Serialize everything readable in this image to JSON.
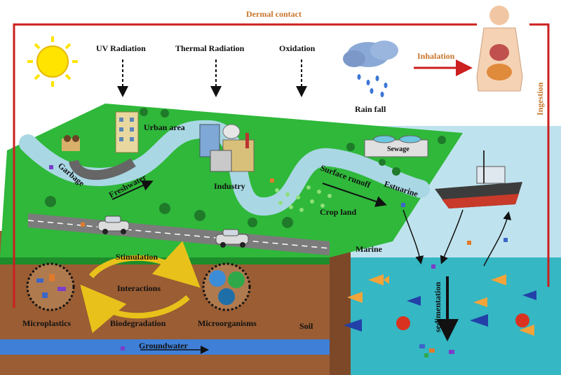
{
  "pathways": {
    "dermal": "Dermal contact",
    "inhalation": "Inhalation",
    "ingestion": "Ingestion"
  },
  "atmosphere": {
    "uv": "UV Radiation",
    "thermal": "Thermal Radiation",
    "oxidation": "Oxidation",
    "rain": "Rain fall"
  },
  "land": {
    "urban": "Urban area",
    "garbage": "Garbage",
    "freshwater": "Freshwater",
    "industry": "Industry",
    "sewage": "Sewage",
    "surface_runoff": "Surface runoff",
    "crop_land": "Crop land",
    "estuarine": "Estuarine"
  },
  "water": {
    "marine": "Marine",
    "sedimentation": "sedimentation"
  },
  "soil": {
    "stimulation": "Stimulation",
    "interactions": "Interactions",
    "biodegradation": "Biodegradation",
    "microplastics": "Microplastics",
    "microorganisms": "Microorganisms",
    "soil": "Soil",
    "groundwater": "Groundwater"
  },
  "colors": {
    "sky": "#ffffff",
    "grass": "#2fb83a",
    "soil": "#9a5d34",
    "sea": "#35b7c4",
    "river": "#a9d7e4",
    "groundwater": "#3f7fd8",
    "pathway_red": "#cc1f1f",
    "label_orange": "#c8752a"
  }
}
